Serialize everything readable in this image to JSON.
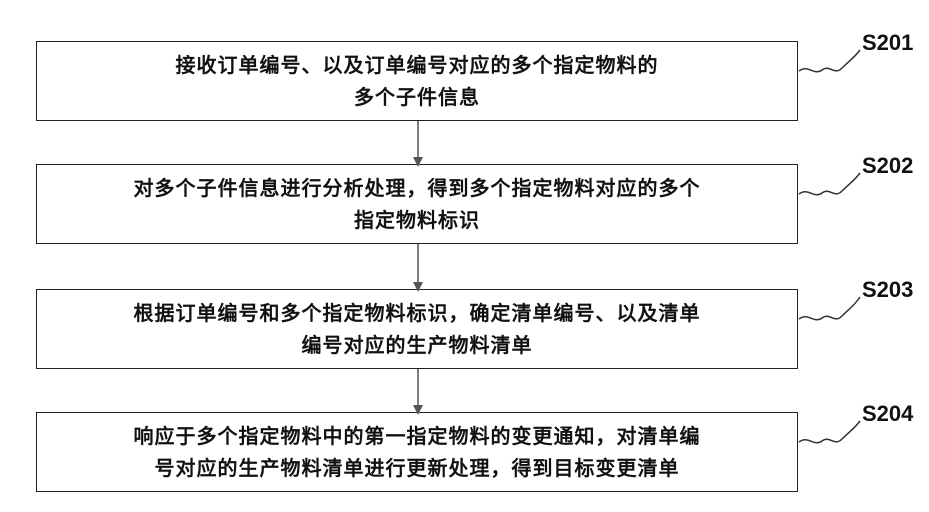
{
  "steps": [
    {
      "id": "S201",
      "line1": "接收订单编号、以及订单编号对应的多个指定物料的",
      "line2": "多个子件信息"
    },
    {
      "id": "S202",
      "line1": "对多个子件信息进行分析处理，得到多个指定物料对应的多个",
      "line2": "指定物料标识"
    },
    {
      "id": "S203",
      "line1": "根据订单编号和多个指定物料标识，确定清单编号、以及清单",
      "line2": "编号对应的生产物料清单"
    },
    {
      "id": "S204",
      "line1": "响应于多个指定物料中的第一指定物料的变更通知，对清单编",
      "line2": "号对应的生产物料清单进行更新处理，得到目标变更清单"
    }
  ]
}
